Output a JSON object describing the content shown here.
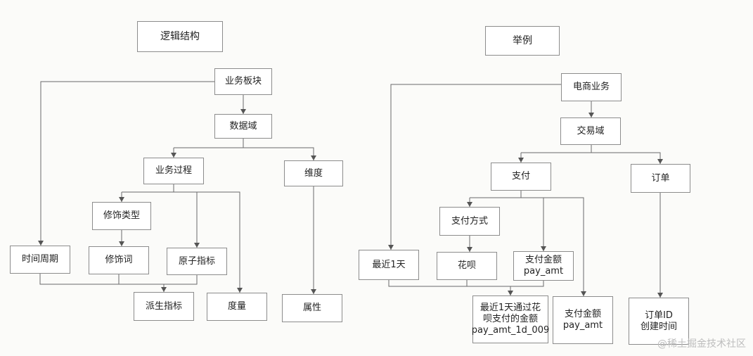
{
  "logical": {
    "title": "逻辑结构",
    "nodes": {
      "business_segment": "业务板块",
      "data_domain": "数据域",
      "business_process": "业务过程",
      "dimension": "维度",
      "modifier_type": "修饰类型",
      "time_period": "时间周期",
      "modifier": "修饰词",
      "atomic_metric": "原子指标",
      "derived_metric": "派生指标",
      "measure": "度量",
      "attribute": "属性"
    }
  },
  "example": {
    "title": "举例",
    "nodes": {
      "ecommerce": "电商业务",
      "trade_domain": "交易域",
      "payment": "支付",
      "order": "订单",
      "payment_method": "支付方式",
      "last_1_day": "最近1天",
      "huabei": "花呗",
      "pay_amount_atomic": "支付金额\npay_amt",
      "derived_example": "最近1天通过花\n呗支付的金额\npay_amt_1d_009",
      "pay_amount_measure": "支付金额\npay_amt",
      "order_attributes": "订单ID\n创建时间"
    }
  },
  "watermark": "@稀土掘金技术社区"
}
